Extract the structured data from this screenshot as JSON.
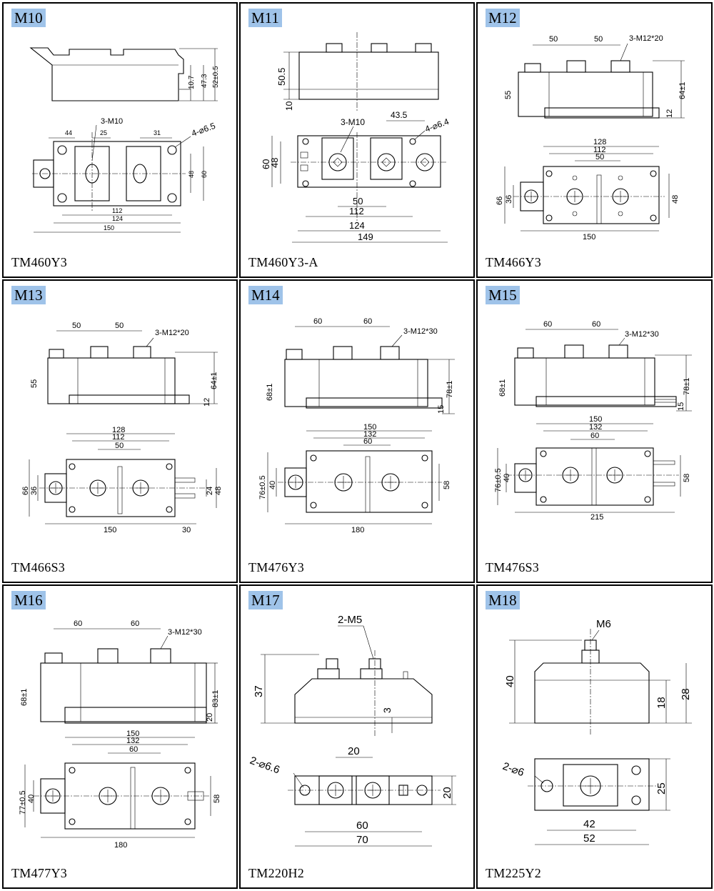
{
  "cells": [
    {
      "tag": "M10",
      "model": "TM460Y3",
      "dims": {
        "a": "10.7",
        "b": "47.3",
        "c": "52±0.5",
        "d": "3-M10",
        "e": "4-⌀6.5",
        "f": "44",
        "g": "25",
        "h": "31",
        "i": "48",
        "j": "60",
        "k": "112",
        "l": "124",
        "m": "150"
      }
    },
    {
      "tag": "M11",
      "model": "TM460Y3-A",
      "dims": {
        "a": "50.5",
        "b": "10",
        "c": "3-M10",
        "d": "43.5",
        "e": "4-⌀6.4",
        "f": "60",
        "g": "48",
        "h": "50",
        "i": "112",
        "j": "124",
        "k": "149"
      }
    },
    {
      "tag": "M12",
      "model": "TM466Y3",
      "dims": {
        "a": "50",
        "b": "50",
        "c": "3-M12*20",
        "d": "55",
        "e": "64±1",
        "f": "12",
        "g": "128",
        "h": "112",
        "i": "50",
        "j": "66",
        "k": "36",
        "l": "48",
        "m": "150"
      }
    },
    {
      "tag": "M13",
      "model": "TM466S3",
      "dims": {
        "a": "50",
        "b": "50",
        "c": "3-M12*20",
        "d": "55",
        "e": "64±1",
        "f": "12",
        "g": "128",
        "h": "112",
        "i": "50",
        "j": "66",
        "k": "36",
        "l": "24",
        "m": "48",
        "n": "150",
        "o": "30"
      }
    },
    {
      "tag": "M14",
      "model": "TM476Y3",
      "dims": {
        "a": "60",
        "b": "60",
        "c": "3-M12*30",
        "d": "68±1",
        "e": "78±1",
        "f": "15",
        "g": "150",
        "h": "132",
        "i": "60",
        "j": "76±0.5",
        "k": "40",
        "l": "58",
        "m": "180"
      }
    },
    {
      "tag": "M15",
      "model": "TM476S3",
      "dims": {
        "a": "60",
        "b": "60",
        "c": "3-M12*30",
        "d": "68±1",
        "e": "78±1",
        "f": "15",
        "g": "150",
        "h": "132",
        "i": "60",
        "j": "76±0.5",
        "k": "40",
        "l": "58",
        "m": "215"
      }
    },
    {
      "tag": "M16",
      "model": "TM477Y3",
      "dims": {
        "a": "60",
        "b": "60",
        "c": "3-M12*30",
        "d": "68±1",
        "e": "83±1",
        "f": "20",
        "g": "150",
        "h": "132",
        "i": "60",
        "j": "77±0.5",
        "k": "40",
        "l": "58",
        "m": "180"
      }
    },
    {
      "tag": "M17",
      "model": "TM220H2",
      "dims": {
        "a": "2-M5",
        "b": "37",
        "c": "3",
        "d": "2-⌀6.6",
        "e": "20",
        "f": "20",
        "g": "60",
        "h": "70"
      }
    },
    {
      "tag": "M18",
      "model": "TM225Y2",
      "dims": {
        "a": "M6",
        "b": "40",
        "c": "18",
        "d": "28",
        "e": "2-⌀6",
        "f": "25",
        "g": "42",
        "h": "52"
      }
    }
  ]
}
